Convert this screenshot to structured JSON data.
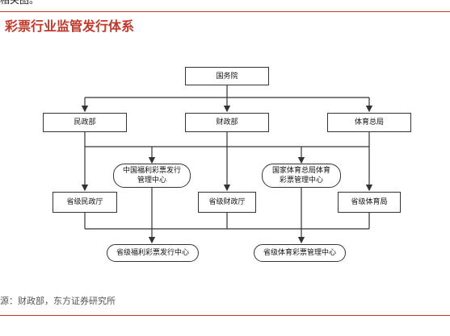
{
  "header": {
    "top_text": "相关图。",
    "title": "彩票行业监管发行体系"
  },
  "nodes": {
    "state_council": "国务院",
    "civil_affairs": "民政部",
    "finance": "财政部",
    "sports": "体育总局",
    "china_welfare_center": "中国福利彩票发行管理中心",
    "sports_lottery_center": "国家体育总局体育彩票管理中心",
    "prov_civil": "省级民政厅",
    "prov_finance": "省级财政厅",
    "prov_sports": "省级体育局",
    "prov_welfare_center": "省级福利彩票发行中心",
    "prov_sports_center": "省级体育彩票管理中心"
  },
  "footer": {
    "source": "源：财政部，东方证券研究所"
  },
  "colors": {
    "accent": "#c0392b",
    "line": "#333333"
  }
}
